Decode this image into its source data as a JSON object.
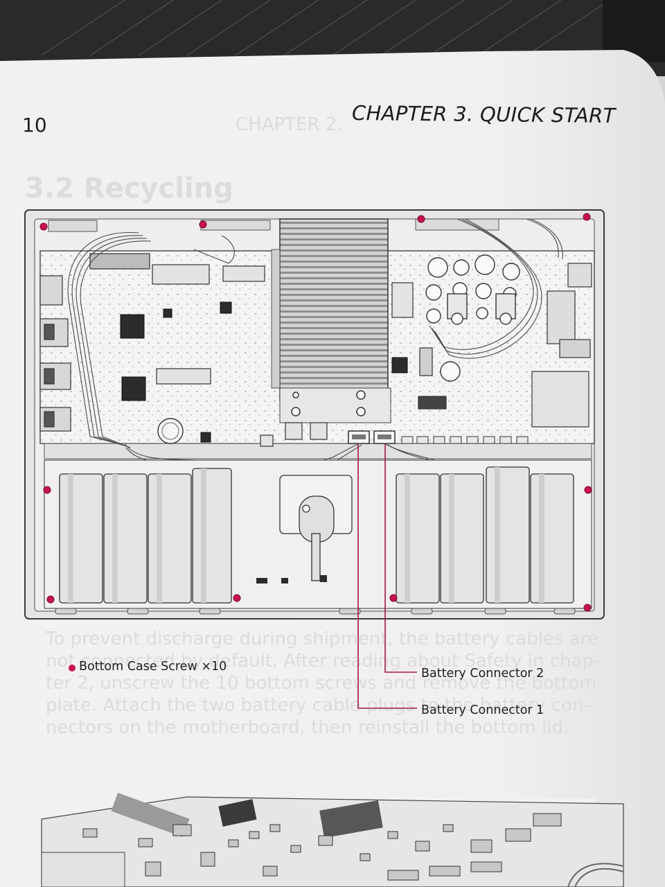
{
  "header": {
    "page_number": "10",
    "chapter_title": "CHAPTER 3.  QUICK START"
  },
  "figure": {
    "callouts": {
      "screws": "Bottom Case Screw ×10",
      "battery_connector_2": "Battery Connector 2",
      "battery_connector_1": "Battery Connector 1"
    }
  },
  "colors": {
    "paper": "#f3f1f2",
    "screw_marker": "#c8124f",
    "callout_line": "#a01747",
    "text": "#1e1e1e"
  }
}
